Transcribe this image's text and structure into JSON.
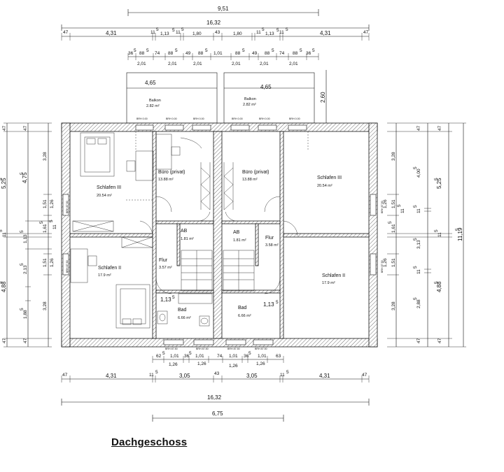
{
  "title": "Dachgeschoss",
  "dimensions": {
    "top_total_width": "9,51",
    "top_overall": "16,32",
    "top_row": [
      "47",
      "4,31",
      "11",
      "5",
      "1,13",
      "5",
      "11",
      "5",
      "1,80",
      "43",
      "1,80",
      "11",
      "5",
      "1,13",
      "5",
      "11",
      "5",
      "4,31",
      "47"
    ],
    "top_window_row": [
      "36",
      "5",
      "88",
      "5",
      "74",
      "88",
      "5",
      "49",
      "88",
      "5",
      "1,01",
      "88",
      "5",
      "49",
      "88",
      "5",
      "74",
      "88",
      "5",
      "36",
      "5"
    ],
    "top_window_sub": [
      "2,01",
      "2,01",
      "2,01",
      "2,01",
      "2,01",
      "2,01"
    ],
    "balcony_left_width": "4,65",
    "balcony_right_width": "4,65",
    "balcony_depth": "2,60",
    "bottom_window_row": [
      "62",
      "5",
      "1,01",
      "36",
      "5",
      "1,01",
      "74",
      "1,01",
      "36",
      "5",
      "1,01",
      "63"
    ],
    "bottom_window_sub": [
      "1,26",
      "1,26",
      "1,26",
      "1,26"
    ],
    "bottom_row": [
      "47",
      "4,31",
      "11",
      "5",
      "3,05",
      "43",
      "3,05",
      "11",
      "5",
      "4,31",
      "47"
    ],
    "bottom_overall": "16,32",
    "bottom_sub": "6,75",
    "left_outer": [
      "47",
      "5,25",
      "5",
      "11",
      "5",
      "4,88",
      "5",
      "47"
    ],
    "left_mid": [
      "47",
      "4,75",
      "5",
      "1,13",
      "5",
      "2,13",
      "5",
      "1,88",
      "5",
      "47"
    ],
    "left_inner": [
      "3,28",
      "1,51",
      "1,61",
      "5",
      "1,51",
      "3,28"
    ],
    "left_inner2": [
      "1,26",
      "11",
      "5",
      "1,26"
    ],
    "right_outer": [
      "11,19",
      "5"
    ],
    "right_mid": [
      "47",
      "5,25",
      "5",
      "11",
      "5",
      "4,88",
      "5",
      "47"
    ],
    "right_mid2": [
      "4,00",
      "5",
      "11",
      "5",
      "3,13",
      "5",
      "11",
      "5",
      "2,88",
      "5"
    ],
    "right_inner": [
      "3,28",
      "1,51",
      "1,61",
      "5",
      "1,51",
      "3,28"
    ],
    "right_inner2": [
      "1,26",
      "11",
      "5",
      "1,26"
    ],
    "flur_dim_left": "1,13",
    "flur_dim_left_sup": "5",
    "bad_dim_right": "1,13",
    "bad_dim_right_sup": "5"
  },
  "rooms": [
    {
      "name": "Balkon",
      "area": "2.82 m²"
    },
    {
      "name": "Balkon",
      "area": "2.82 m²"
    },
    {
      "name": "Büro (privat)",
      "area": "13.88 m²"
    },
    {
      "name": "Büro (privat)",
      "area": "13.88 m²"
    },
    {
      "name": "Schlafen III",
      "area": "20.54 m²"
    },
    {
      "name": "Schlafen III",
      "area": "20.54 m²"
    },
    {
      "name": "Schlafen II",
      "area": "17.9 m²"
    },
    {
      "name": "Schlafen II",
      "area": "17.9 m²"
    },
    {
      "name": "AB",
      "area": "1.81 m²"
    },
    {
      "name": "AB",
      "area": "1.81 m²"
    },
    {
      "name": "Flur",
      "area": "3.57 m²"
    },
    {
      "name": "Flur",
      "area": "3.58 m²"
    },
    {
      "name": "Bad",
      "area": "6.66 m²"
    },
    {
      "name": "Bad",
      "area": "6.66 m²"
    }
  ],
  "brh_labels": {
    "top": [
      "BRH 0.00",
      "BRH 0.00",
      "BRH 0.00",
      "BRH 0.00",
      "BRH 0.00",
      "BRH 0.00"
    ],
    "bottom": [
      "BRH 87.50",
      "BRH 87.50",
      "BRH 87.50",
      "BRH 87.50"
    ],
    "side": [
      "BRH 87.50",
      "BRH 87.50",
      "BRH 87.50",
      "BRH 87.50"
    ]
  }
}
